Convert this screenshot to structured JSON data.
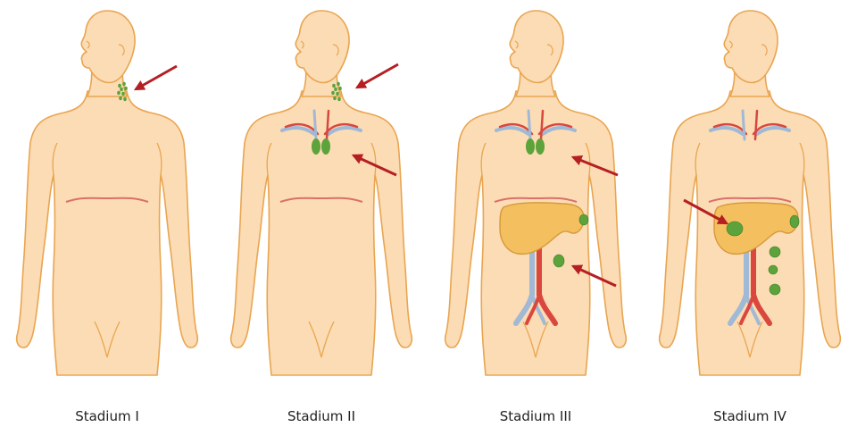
{
  "stages": [
    {
      "label": "Stadium I"
    },
    {
      "label": "Stadium II"
    },
    {
      "label": "Stadium III"
    },
    {
      "label": "Stadium IV"
    }
  ],
  "colors": {
    "skin": "#fcdcb4",
    "outline": "#e9a551",
    "node": "#5ca33b",
    "node_dark": "#3f7d28",
    "arrow": "#b51f24",
    "artery": "#d9473f",
    "vein": "#9fb9d6",
    "liver": "#f3bf5f",
    "liver_outline": "#d6983a"
  },
  "icons": [
    "human-body-figure",
    "lymph-node-cluster",
    "pointer-arrow",
    "liver",
    "blood-vessels"
  ]
}
